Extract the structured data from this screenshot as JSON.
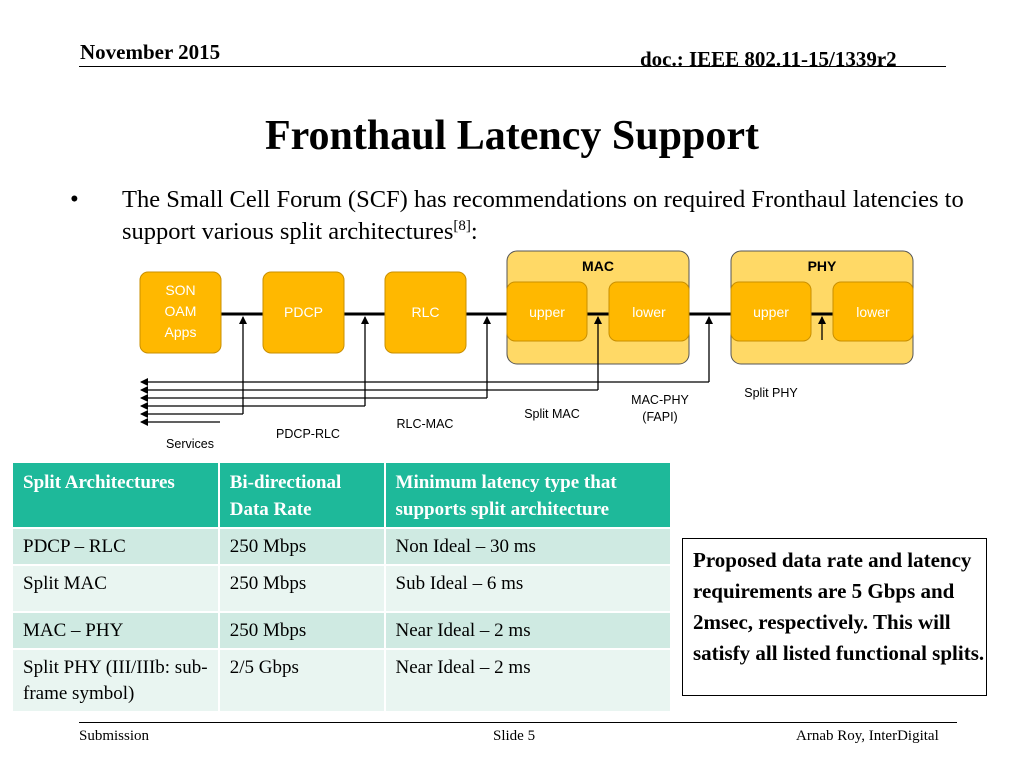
{
  "header": {
    "date": "November 2015",
    "doc": "doc.: IEEE 802.11-15/1339r2"
  },
  "title": "Fronthaul Latency Support",
  "bullet": {
    "text": "The Small Cell Forum (SCF) has recommendations on required Fronthaul latencies to support various split architectures",
    "ref": "[8]",
    "suffix": ":"
  },
  "diagram": {
    "colors": {
      "box_fill": "#ffb800",
      "group_fill": "#ffd966",
      "box_text": "#ffffff"
    },
    "groups": {
      "mac": "MAC",
      "phy": "PHY"
    },
    "blocks": {
      "son_line1": "SON",
      "son_line2": "OAM",
      "son_line3": "Apps",
      "pdcp": "PDCP",
      "rlc": "RLC",
      "mac_upper": "upper",
      "mac_lower": "lower",
      "phy_upper": "upper",
      "phy_lower": "lower"
    },
    "labels": {
      "services": "Services",
      "pdcp_rlc": "PDCP-RLC",
      "rlc_mac": "RLC-MAC",
      "split_mac": "Split MAC",
      "mac_phy_1": "MAC-PHY",
      "mac_phy_2": "(FAPI)",
      "split_phy": "Split PHY"
    }
  },
  "table": {
    "colors": {
      "header": "#1eb99a",
      "row_dark": "#cfeae2",
      "row_light": "#e9f5f1"
    },
    "headers": [
      "Split Architectures",
      "Bi-directional Data Rate",
      "Minimum latency type that supports split architecture"
    ],
    "rows": [
      [
        "PDCP – RLC",
        "250 Mbps",
        "Non Ideal – 30 ms"
      ],
      [
        "Split MAC",
        "250 Mbps",
        "Sub Ideal – 6 ms"
      ],
      [
        "MAC – PHY",
        "250 Mbps",
        "Near Ideal – 2 ms"
      ],
      [
        "Split PHY (III/IIIb: sub-frame symbol)",
        "2/5 Gbps",
        "Near Ideal – 2 ms"
      ]
    ]
  },
  "note": "Proposed data rate and latency requirements are 5 Gbps and 2msec, respectively. This will satisfy all listed functional splits.",
  "footer": {
    "left": "Submission",
    "center": "Slide 5",
    "right": "Arnab Roy, InterDigital"
  }
}
